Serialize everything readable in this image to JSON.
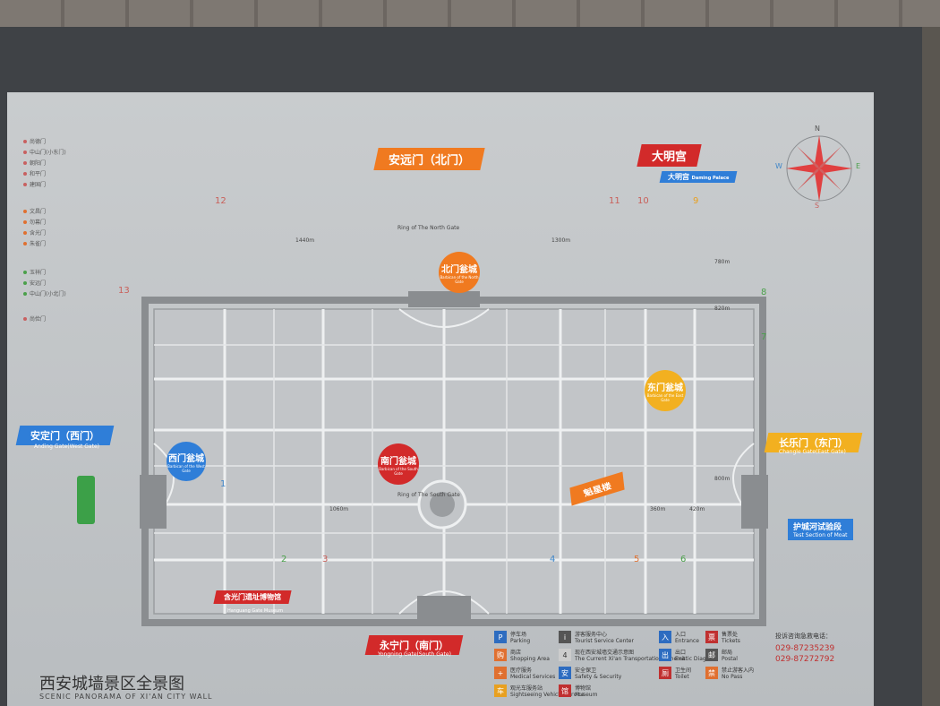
{
  "map": {
    "title_cn": "西安城墙景区全景图",
    "title_en": "SCENIC PANORAMA OF XI'AN CITY WALL",
    "north_gate": "安远门（北门）",
    "daminggong": "大明宫",
    "daminggong_sub": "大明宫",
    "daminggong_sub_en": "Daming Palace",
    "west_gate": "安定门（西门）",
    "west_gate_en": "Anding Gate(West Gate)",
    "east_gate": "长乐门（东门）",
    "east_gate_en": "Changle Gate(East Gate)",
    "south_gate": "永宁门（南门）",
    "south_gate_en": "Yongning Gate(South Gate)",
    "moat_section": "护城河试验段",
    "moat_section_en": "Test Section of Moat",
    "north_barbican": "北门瓮城",
    "north_barbican_en": "Barbican of the North Gate",
    "west_barbican": "西门瓮城",
    "west_barbican_en": "Barbican of the West Gate",
    "east_barbican": "东门瓮城",
    "east_barbican_en": "Barbican of the East Gate",
    "south_barbican": "南门瓮城",
    "south_barbican_en": "Barbican of the South Gate",
    "kuixing": "魁星楼",
    "hanyuanmen": "含光门遗址博物馆",
    "hanyuanmen_en": "Hanguang Gate Museum",
    "compass_n": "N",
    "compass_e": "E",
    "compass_s": "S",
    "compass_w": "W",
    "hotline_label": "投诉咨询急救电话：",
    "hotline_1": "029-87235239",
    "hotline_2": "029-87272792",
    "distance_1440": "1440m",
    "distance_1300": "1300m",
    "distance_1060": "1060m",
    "distance_360": "360m",
    "distance_420": "420m",
    "distance_780": "780m",
    "distance_820": "820m",
    "distance_800": "800m",
    "ring_north": "Ring of The North Gate",
    "ring_south": "Ring of The South Gate"
  },
  "gate_numbers": [
    "1",
    "2",
    "3",
    "4",
    "5",
    "6",
    "7",
    "8",
    "9",
    "10",
    "11",
    "12",
    "13"
  ],
  "gates_list": [
    {
      "name": "尚德门",
      "color": "#c86060"
    },
    {
      "name": "中山门(小东门)",
      "color": "#c86060"
    },
    {
      "name": "朝阳门",
      "color": "#c86060"
    },
    {
      "name": "和平门",
      "color": "#c86060"
    },
    {
      "name": "建国门",
      "color": "#c86060"
    },
    {
      "name": "文昌门",
      "color": "#e07030"
    },
    {
      "name": "勿幕门",
      "color": "#e07030"
    },
    {
      "name": "含光门",
      "color": "#e07030"
    },
    {
      "name": "朱雀门",
      "color": "#e07030"
    },
    {
      "name": "玉祥门",
      "color": "#4aa04a"
    },
    {
      "name": "安远门",
      "color": "#4aa04a"
    },
    {
      "name": "中山门(小北门)",
      "color": "#4aa04a"
    },
    {
      "name": "尚俭门",
      "color": "#c86060"
    }
  ],
  "legend": [
    {
      "icon": "P",
      "label": "停车场",
      "sub": "Parking",
      "color": "#2d6cc0"
    },
    {
      "icon": "购",
      "label": "商店",
      "sub": "Shopping Area",
      "color": "#e07030"
    },
    {
      "icon": "+",
      "label": "医疗服务",
      "sub": "Medical Services",
      "color": "#e07030"
    },
    {
      "icon": "车",
      "label": "观光车服务站",
      "sub": "Sightseeing Vehicle Service",
      "color": "#e8a020"
    },
    {
      "icon": "i",
      "label": "游客服务中心",
      "sub": "Tourist Service Center",
      "color": "#555555"
    },
    {
      "icon": "4",
      "label": "现在西安城墙交通示意图",
      "sub": "The Current Xi'an Transportation Schematic Diagram",
      "color": "#cccccc"
    },
    {
      "icon": "安",
      "label": "安全保卫",
      "sub": "Safety & Security",
      "color": "#2d6cc0"
    },
    {
      "icon": "馆",
      "label": "博物馆",
      "sub": "Museum",
      "color": "#c03030"
    },
    {
      "icon": "入",
      "label": "入口",
      "sub": "Entrance",
      "color": "#2d6cc0"
    },
    {
      "icon": "出",
      "label": "出口",
      "sub": "Exit",
      "color": "#2d6cc0"
    },
    {
      "icon": "厕",
      "label": "卫生间",
      "sub": "Toilet",
      "color": "#c03030"
    },
    {
      "icon": "票",
      "label": "售票处",
      "sub": "Tickets",
      "color": "#c03030"
    },
    {
      "icon": "邮",
      "label": "邮局",
      "sub": "Postal",
      "color": "#555555"
    },
    {
      "icon": "禁",
      "label": "禁止游客入内",
      "sub": "No Pass",
      "color": "#e07030"
    }
  ],
  "colors": {
    "board": "#c4c7c9",
    "orange": "#f07a20",
    "red": "#d22a2a",
    "blue": "#2f7ed8",
    "yellow": "#f2b020",
    "compass": "#e04040"
  }
}
